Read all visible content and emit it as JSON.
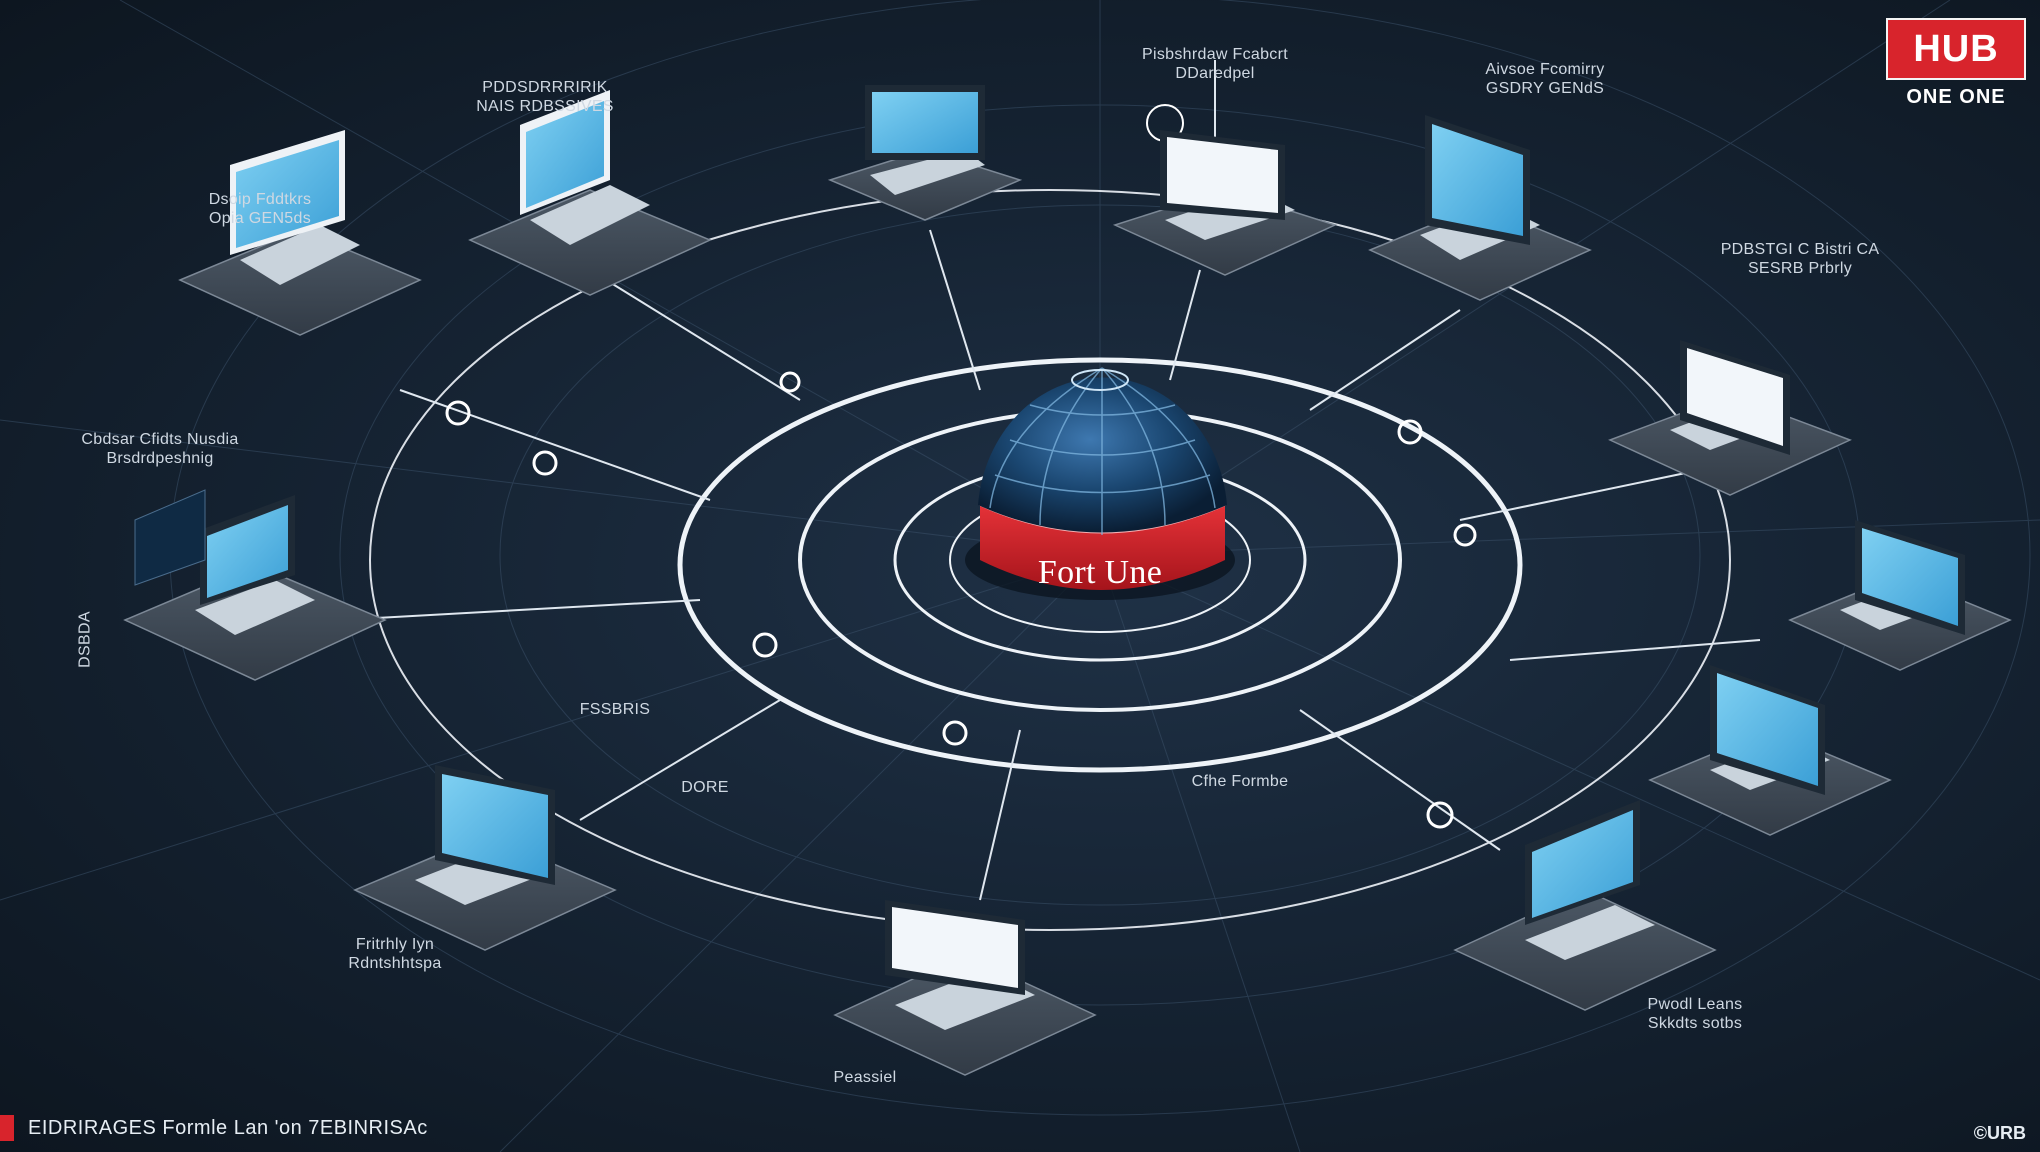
{
  "brand": {
    "logo_main": "HUB",
    "logo_sub": "ONE ONE",
    "footer_right": "©URB"
  },
  "center": {
    "label": "Fort Une",
    "ring_caption": "Cfhe Formbe"
  },
  "header": {
    "top_label": "Pisbshrdaw Fcabcrt\nDDaredpel"
  },
  "footer": {
    "caption": "EIDRIRAGES Formle Lan 'on 7EBINRISAc"
  },
  "colors": {
    "background": "#162434",
    "accent_red": "#d8242c",
    "screen_blue": "#4fb6e6",
    "line_white": "#e8eef4"
  },
  "nodes": [
    {
      "caption": "PDDSDRRRIRIK\nNAIS RDBSSIVES"
    },
    {
      "caption": "Dsoip Fddtkrs\nOpia GEN5ds"
    },
    {
      "caption": "Cbdsar Cfidts Nusdia\nBrsdrdpeshnig"
    },
    {
      "caption": "Fritrhly Iyn\nRdntshhtspa"
    },
    {
      "caption": "Peassiel"
    },
    {
      "caption": "Pwodl Leans\nSkkdts sotbs"
    },
    {
      "caption": "PDBSTGI C Bistri CA\nSESRB Prbrly"
    },
    {
      "caption": "Aivsoe Fcomirry\nGSDRY GENdS"
    }
  ],
  "link_labels": {
    "left_ring": "FSSBRIS",
    "left_ring_2": "DORE",
    "left_vertical": "DSBDA"
  }
}
